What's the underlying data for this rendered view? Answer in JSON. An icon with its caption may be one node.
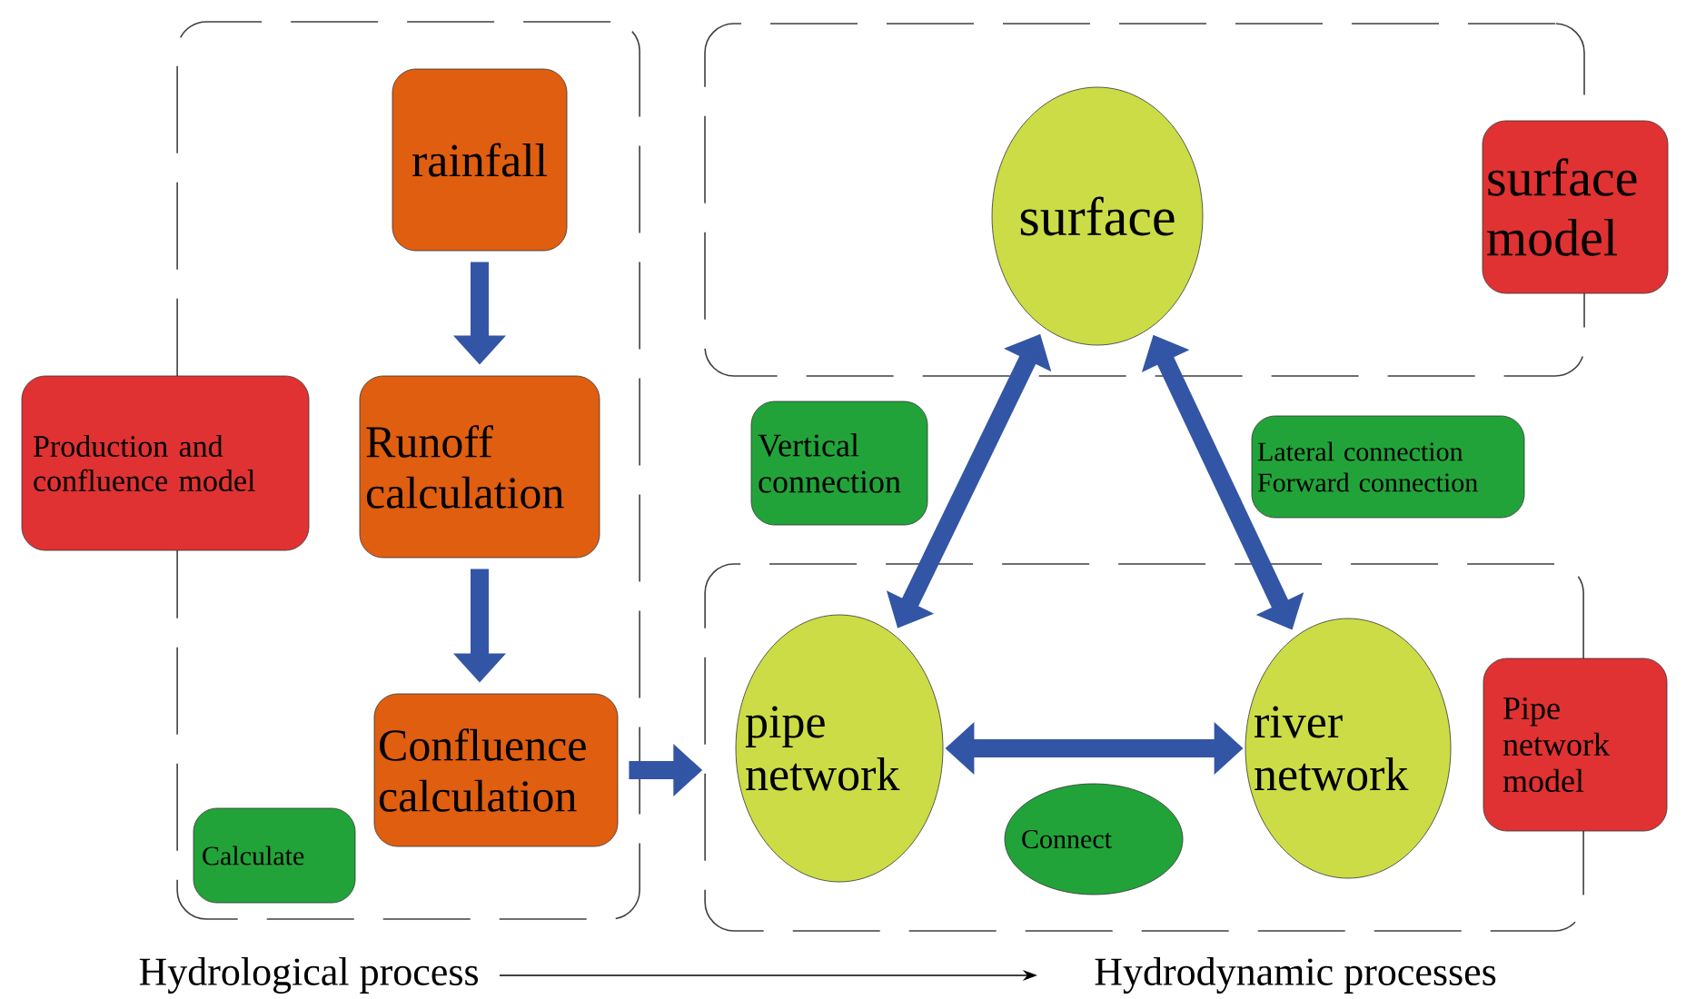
{
  "diagram": {
    "nodes": [
      {
        "text": [],
        "shape": "box"
      },
      {
        "text": [
          "rainfall"
        ],
        "in": 0
      },
      {
        "text": [
          "Runoff calculation"
        ],
        "in": 0
      },
      {
        "text": [
          "Confluence calculation"
        ],
        "in": 0
      },
      {
        "text": [
          "Calculate"
        ],
        "in": 0
      },
      {
        "text": [
          "Production and confluence model"
        ]
      },
      {
        "text": [],
        "shape": "box"
      },
      {
        "text": [
          "surface"
        ],
        "in": 6
      },
      {
        "text": [
          "surface model"
        ]
      },
      {
        "text": [
          "Vertical connection"
        ]
      },
      {
        "text": [
          "Lateral connection",
          "Forward connection"
        ]
      },
      {
        "text": [],
        "shape": "box"
      },
      {
        "text": [
          "pipe network"
        ],
        "in": 11
      },
      {
        "text": [
          "river network"
        ],
        "in": 11
      },
      {
        "text": [
          "Connect"
        ],
        "in": 11
      },
      {
        "text": [
          "Pipe network model"
        ]
      },
      {
        "text": [
          "Hydrological process"
        ]
      },
      {
        "text": [
          "Hydrodynamic processes"
        ]
      }
    ],
    "edges": [
      {
        "from": 1,
        "to": 2,
        "arrow": "to"
      },
      {
        "from": 2,
        "to": 3,
        "arrow": "to"
      },
      {
        "from": 3,
        "to": 11,
        "arrow": "to"
      },
      {
        "from": 12,
        "to": 7,
        "arrow": "both"
      },
      {
        "from": 7,
        "to": 13,
        "arrow": "both"
      },
      {
        "from": 12,
        "to": 13,
        "arrow": "both"
      },
      {
        "from": 16,
        "to": 17,
        "arrow": "to",
        "color": "#000000"
      }
    ]
  }
}
